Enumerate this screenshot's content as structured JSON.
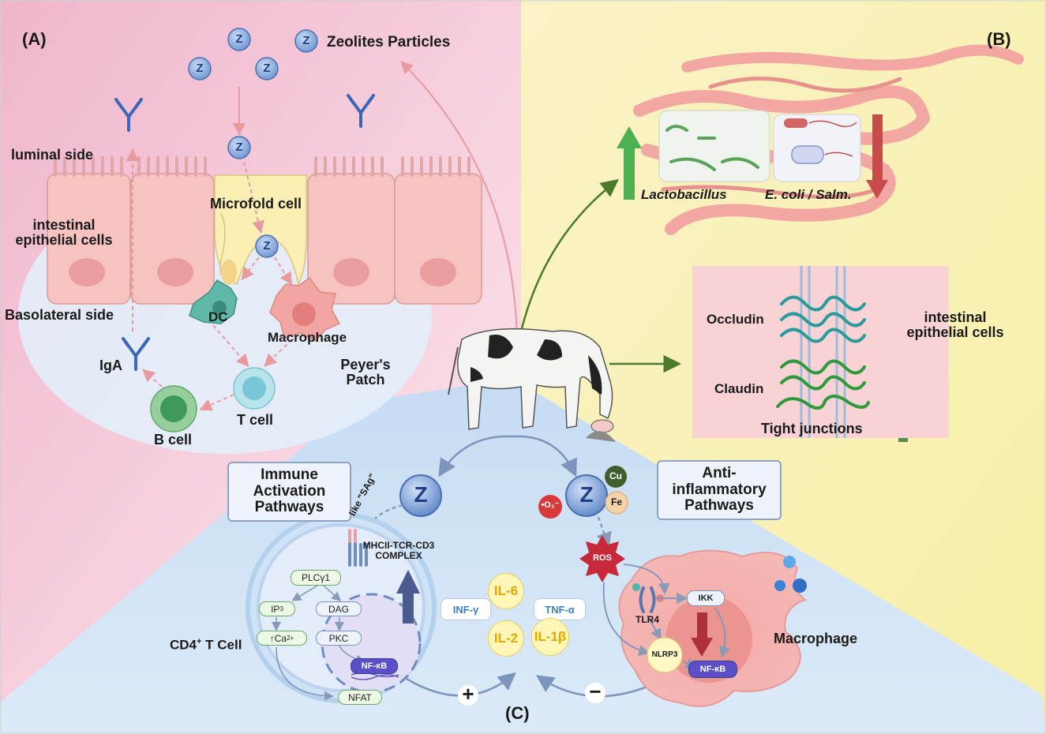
{
  "panels": {
    "a": "(A)",
    "b": "(B)",
    "c": "(C)"
  },
  "panel_a": {
    "zeolites_label": "Zeolites Particles",
    "z_symbol": "Z",
    "luminal": "luminal side",
    "epithelial": "intestinal\nepithelial cells",
    "microfold": "Microfold cell",
    "basolateral": "Basolateral side",
    "dc": "DC",
    "macrophage": "Macrophage",
    "iga": "IgA",
    "peyers": "Peyer's\nPatch",
    "tcell": "T cell",
    "bcell": "B cell"
  },
  "panel_b": {
    "lactobacillus": "Lactobacillus",
    "ecoli": "E. coli / Salm.",
    "occludin": "Occludin",
    "claudin": "Claudin",
    "epithelial": "intestinal\nepithelial cells",
    "tight_junctions": "Tight junctions"
  },
  "panel_c": {
    "immune_box": "Immune\nActivation\nPathways",
    "anti_box": "Anti-\ninflammatory\nPathways",
    "like_sag": "like \"SAg\"",
    "mhc": "MHCII-TCR-CD3\nCOMPLEX",
    "plc": "PLCγ1",
    "ip3_base": "IP",
    "ip3_sub": "3",
    "dag": "DAG",
    "ca_pre": "↑Ca",
    "ca_sup": "2+",
    "pkc": "PKC",
    "nfkb": "NF-κB",
    "nfat": "NFAT",
    "cd4_base": "CD4",
    "cd4_sup": "+",
    "cd4_rest": " T Cell",
    "inf": "INF-γ",
    "il6": "IL-6",
    "tnf": "TNF-α",
    "il2": "IL-2",
    "il1b": "IL-1β",
    "plus": "+",
    "minus": "−",
    "cu": "Cu",
    "fe": "Fe",
    "o2": "•O₂⁻",
    "ros": "ROS",
    "tlr4": "TLR4",
    "ikk": "IKK",
    "nlrp3": "NLRP3",
    "nfkb_mac": "NF-κB",
    "macrophage": "Macrophage"
  },
  "colors": {
    "panel_a_bg": "#f9dbe5",
    "panel_b_bg": "#fbf6c8",
    "panel_c_bg": "#d7e6f7",
    "epithelium": "#f6c3c1",
    "zeolite": "#8fb0e0",
    "up_green": "#4caf50",
    "down_red": "#c94a4a"
  }
}
